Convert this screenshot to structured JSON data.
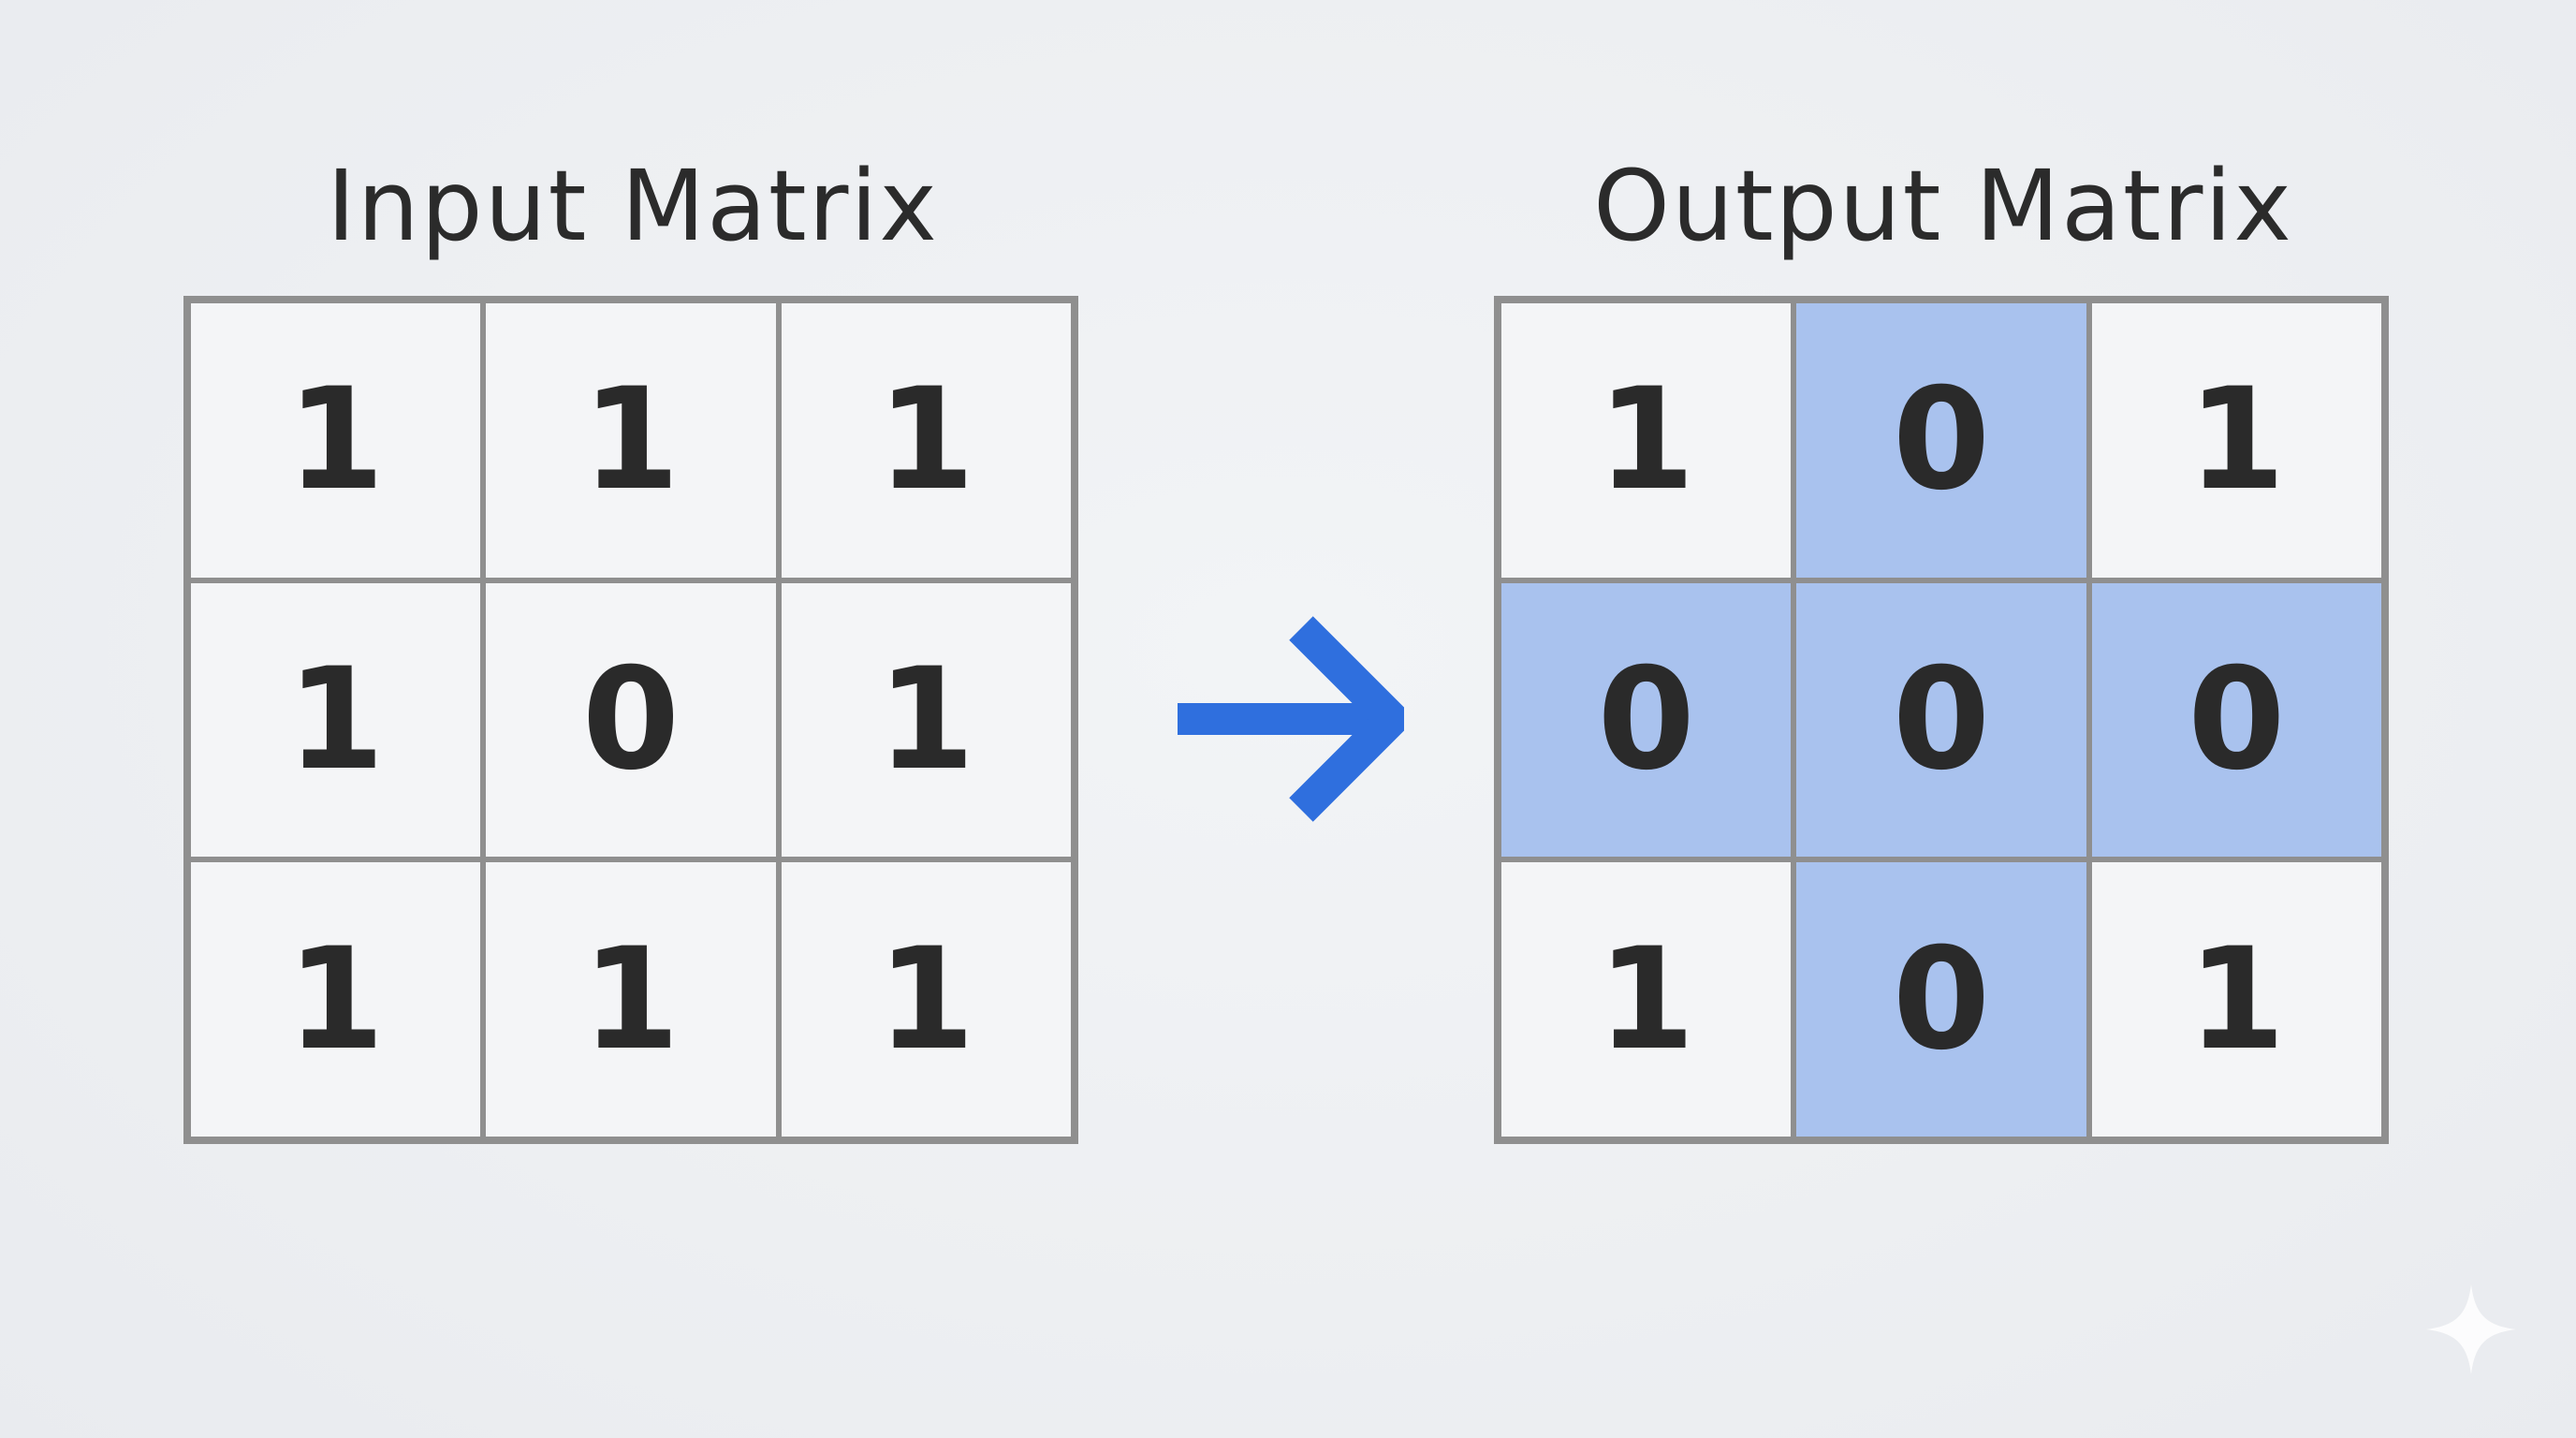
{
  "input_matrix": {
    "title": "Input Matrix",
    "cells": [
      "1",
      "1",
      "1",
      "1",
      "0",
      "1",
      "1",
      "1",
      "1"
    ]
  },
  "output_matrix": {
    "title": "Output Matrix",
    "cells": [
      "1",
      "0",
      "1",
      "0",
      "0",
      "0",
      "1",
      "0",
      "1"
    ],
    "highlighted": [
      false,
      true,
      false,
      true,
      true,
      true,
      false,
      true,
      false
    ]
  },
  "colors": {
    "arrow": "#2f6fde",
    "highlight": "#a9c2ee",
    "grid_line": "#8f8f8f",
    "text": "#2a2a2a"
  },
  "icons": {
    "arrow": "right-arrow-icon",
    "watermark": "sparkle-icon"
  }
}
